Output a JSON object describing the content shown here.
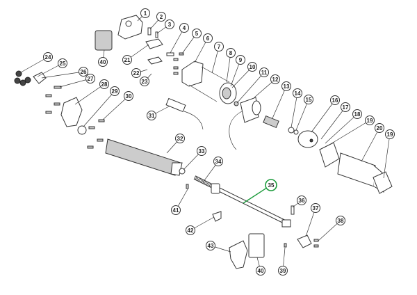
{
  "diagram": {
    "type": "exploded-parts-diagram",
    "highlight_color": "#1a9a3a",
    "highlighted_callout": "35",
    "callouts": [
      "1",
      "2",
      "3",
      "4",
      "5",
      "6",
      "7",
      "8",
      "9",
      "10",
      "11",
      "12",
      "13",
      "14",
      "15",
      "16",
      "17",
      "18",
      "19",
      "20",
      "19",
      "21",
      "22",
      "23",
      "24",
      "25",
      "26",
      "27",
      "28",
      "29",
      "30",
      "31",
      "32",
      "33",
      "34",
      "35",
      "36",
      "37",
      "38",
      "39",
      "40",
      "40",
      "41",
      "42",
      "43"
    ]
  }
}
